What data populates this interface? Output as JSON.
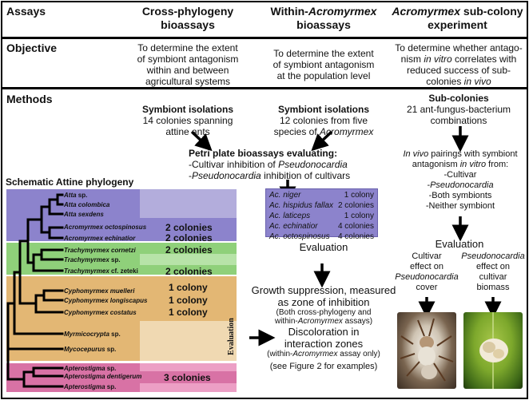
{
  "header": {
    "assays": "Assays",
    "col1": [
      "Cross-phylogeny",
      "bioassays"
    ],
    "col2_a": "Within-",
    "col2_b": "Acromyrmex",
    "col2_c": "bioassays",
    "col3_a": "Acromyrmex",
    "col3_b": " sub-colony",
    "col3_c": "experiment"
  },
  "objective": {
    "label": "Objective",
    "col1": [
      "To determine the extent",
      "of symbiont antagonism",
      "within and between",
      "agricultural systems"
    ],
    "col2": [
      "To determine the extent",
      "of symbiont antagonism",
      "at the population level"
    ],
    "col3_l1": "To determine whether antago-",
    "col3_l2a": "nism ",
    "col3_l2b": "in vitro",
    "col3_l2c": " correlates with",
    "col3_l3": "reduced success of sub-",
    "col3_l4a": "colonies ",
    "col3_l4b": "in vivo"
  },
  "methods": {
    "label": "Methods",
    "iso1_title": "Symbiont isolations",
    "iso1_text": [
      "14 colonies spanning",
      "attine ants"
    ],
    "iso2_title": "Symbiont isolations",
    "iso2_l1": "12 colonies from five",
    "iso2_l2a": "species of ",
    "iso2_l2b": "Acromyrmex",
    "sub_title": "Sub-colonies",
    "sub_text": [
      "21 ant-fungus-bacterium",
      "combinations"
    ],
    "petri_title": "Petri plate bioassays evaluating:",
    "petri_l1a": "-Cultivar inhibition of ",
    "petri_l1b": "Pseudonocardia",
    "petri_l2a": "-",
    "petri_l2b": "Pseudonocardia",
    "petri_l2c": " inhibition of cultivars",
    "invivo_l1a": "In vivo",
    "invivo_l1b": " pairings with symbiont",
    "invivo_l2a": "antagonism ",
    "invivo_l2b": "in vitro",
    "invivo_l2c": " from:",
    "invivo_opts": [
      "-Cultivar",
      "-Pseudonocardia",
      "-Both symbionts",
      "-Neither symbiont"
    ],
    "eval_right": "Evaluation",
    "eval_mid": "Evaluation",
    "eval_left": "Evaluation",
    "cultivar_effect": [
      "Cultivar",
      "effect on"
    ],
    "cultivar_effect_it": "Pseudonocardia",
    "cultivar_effect_end": "cover",
    "pseudo_effect_it": "Pseudonocardia",
    "pseudo_effect": [
      "effect on",
      "cultivar",
      "biomass"
    ],
    "growth": [
      "Growth suppression, measured",
      "as zone of inhibition"
    ],
    "growth_note_a": "(Both cross-phylogeny and",
    "growth_note_b1": "within-",
    "growth_note_b2": "Acromyrmex",
    "growth_note_b3": " assays)",
    "discolor": [
      "Discoloration in",
      "interaction zones"
    ],
    "discolor_note_a": "(within-",
    "discolor_note_b": "Acromyrmex",
    "discolor_note_c": " assay only)",
    "see_fig": "(see Figure 2 for examples)"
  },
  "acro_table": [
    {
      "species": "Ac. niger",
      "count": "1 colony"
    },
    {
      "species": "Ac. hispidus fallax",
      "count": "2 colonies"
    },
    {
      "species": "Ac. laticeps",
      "count": "1 colony"
    },
    {
      "species": "Ac. echinatior",
      "count": "4 colonies"
    },
    {
      "species": "Ac. octospinosus",
      "count": "4 colonies"
    }
  ],
  "phylogeny": {
    "title": "Schematic Attine phylogeny",
    "taxa": [
      {
        "name": "Atta",
        "suffix": " sp."
      },
      {
        "name": "Atta colombica",
        "suffix": ""
      },
      {
        "name": "Atta sexdens",
        "suffix": ""
      },
      {
        "name": "Acromyrmex octospinosus",
        "suffix": ""
      },
      {
        "name": "Acromyrmex echinatior",
        "suffix": ""
      },
      {
        "name": "Trachymyrmex cornetzi",
        "suffix": ""
      },
      {
        "name": "Trachymyrmex",
        "suffix": " sp."
      },
      {
        "name": "Trachymyrmex",
        "suffix": " cf. zeteki"
      },
      {
        "name": "Cyphomyrmex muelleri",
        "suffix": ""
      },
      {
        "name": "Cyphomyrmex longiscapus",
        "suffix": ""
      },
      {
        "name": "Cyphomyrmex costatus",
        "suffix": ""
      },
      {
        "name": "Myrmicocrypta",
        "suffix": " sp."
      },
      {
        "name": "Mycocepurus",
        "suffix": " sp."
      },
      {
        "name": "Apterostigma",
        "suffix": " sp."
      },
      {
        "name": "Apterostigma dentigerum",
        "suffix": ""
      },
      {
        "name": "Apterostigma",
        "suffix": " sp."
      }
    ],
    "counts": [
      "2 colonies",
      "2 colonies",
      "2 colonies",
      "2 colonies",
      "1 colony",
      "1 colony",
      "1 colony",
      "3 colonies"
    ]
  },
  "colors": {
    "purple": "#8c83cc",
    "green": "#8fd07a",
    "tan": "#e3b774",
    "pink": "#d872a5"
  }
}
